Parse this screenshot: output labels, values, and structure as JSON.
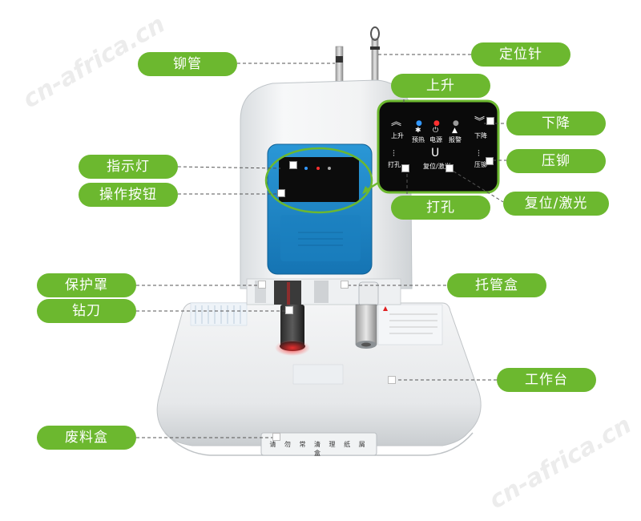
{
  "watermark": "cn-africa.cn",
  "labels": {
    "rivet_tube": "铆管",
    "positioning_pin": "定位针",
    "raise": "上升",
    "lower": "下降",
    "indicator_lights": "指示灯",
    "press_rivet": "压铆",
    "operation_buttons": "操作按钮",
    "punch": "打孔",
    "reset_laser": "复位/激光",
    "guard": "保护罩",
    "tube_tray": "托管盒",
    "drill": "钻刀",
    "worktable": "工作台",
    "waste_box": "废料盒"
  },
  "panel": {
    "raise_label": "上升",
    "heat_label": "预热",
    "power_label": "电源",
    "alarm_label": "报警",
    "lower_label": "下降",
    "punch_label": "打孔",
    "reset_label": "复位/激光",
    "press_label": "压铆"
  },
  "tray_text": "请 勿 常 清 理 纸 屑 盒",
  "colors": {
    "label_green": "#6cb82f",
    "panel_blue": "#1d86c8",
    "panel_black": "#0a0a0a",
    "laser_red": "#e02020"
  }
}
